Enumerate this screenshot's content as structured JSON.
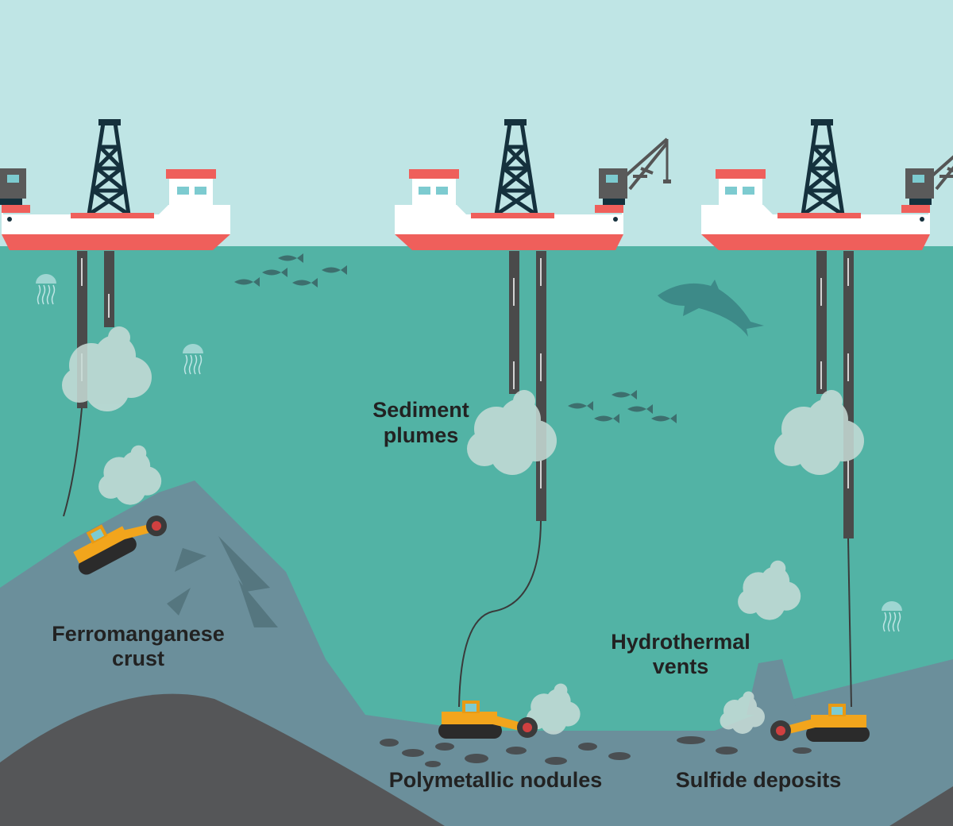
{
  "labels": {
    "sediment_1": "Sediment",
    "sediment_2": "plumes",
    "ferro_1": "Ferromanganese",
    "ferro_2": "crust",
    "hydro_1": "Hydrothermal",
    "hydro_2": "vents",
    "nodules": "Polymetallic nodules",
    "sulfide": "Sulfide deposits"
  },
  "colors": {
    "sky": "#bfe5e5",
    "water": "#52b3a5",
    "seabed": "#6b8f9b",
    "dark_hill": "#555658",
    "hull_red": "#ef5f5b",
    "derrick": "#15313d",
    "pipe": "#4a4a4a",
    "machine": "#f2a51c",
    "plume": "#c8ddd8"
  }
}
